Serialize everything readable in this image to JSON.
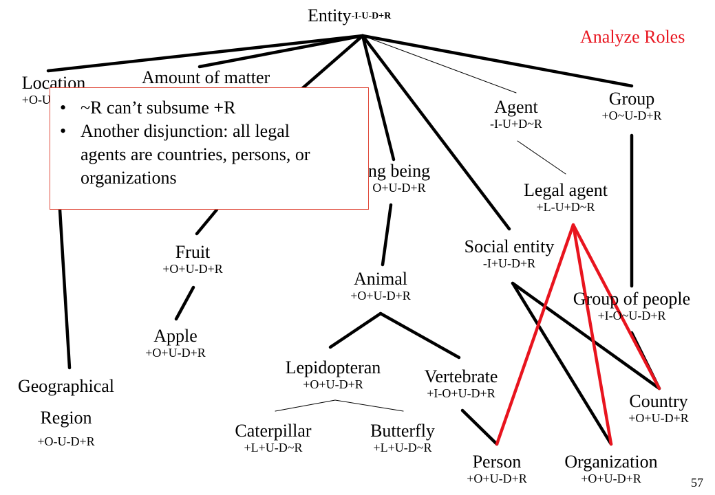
{
  "root": {
    "name": "Entity",
    "code": "-I-U-D+R"
  },
  "title": "Analyze Roles",
  "title_color": "#e8141e",
  "nodes": {
    "location": {
      "name": "Location",
      "code": "+O-U"
    },
    "amount_of_matter": {
      "name": "Amount of matter"
    },
    "living_being": {
      "name": "ng being",
      "code": "O+U-D+R"
    },
    "agent": {
      "name": "Agent",
      "code": "-I-U+D~R"
    },
    "group": {
      "name": "Group",
      "code": "+O~U-D+R"
    },
    "legal_agent": {
      "name": "Legal agent",
      "code": "+L-U+D~R"
    },
    "social_entity": {
      "name": "Social entity",
      "code": "-I+U-D+R"
    },
    "fruit": {
      "name": "Fruit",
      "code": "+O+U-D+R"
    },
    "apple": {
      "name": "Apple",
      "code": "+O+U-D+R"
    },
    "animal": {
      "name": "Animal",
      "code": "+O+U-D+R"
    },
    "group_of_people": {
      "name": "Group of people",
      "code": "+I-O~U-D+R"
    },
    "geographical_region": {
      "name_line1": "Geographical",
      "name_line2": "Region",
      "code": "+O-U-D+R"
    },
    "lepidopteran": {
      "name": "Lepidopteran",
      "code": "+O+U-D+R"
    },
    "vertebrate": {
      "name": "Vertebrate",
      "code": "+I-O+U-D+R"
    },
    "country": {
      "name": "Country",
      "code": "+O+U-D+R"
    },
    "caterpillar": {
      "name": "Caterpillar",
      "code": "+L+U-D~R"
    },
    "butterfly": {
      "name": "Butterfly",
      "code": "+L+U-D~R"
    },
    "person": {
      "name": "Person",
      "code": "+O+U-D+R"
    },
    "organization": {
      "name": "Organization",
      "code": "+O+U-D+R"
    }
  },
  "callout": {
    "bullets": [
      "~R can’t subsume +R",
      "Another disjunction: all legal agents are countries, persons, or organizations"
    ],
    "border_color": "#e04b3c"
  },
  "page_number": "57",
  "highlight_color": "#e8141e"
}
